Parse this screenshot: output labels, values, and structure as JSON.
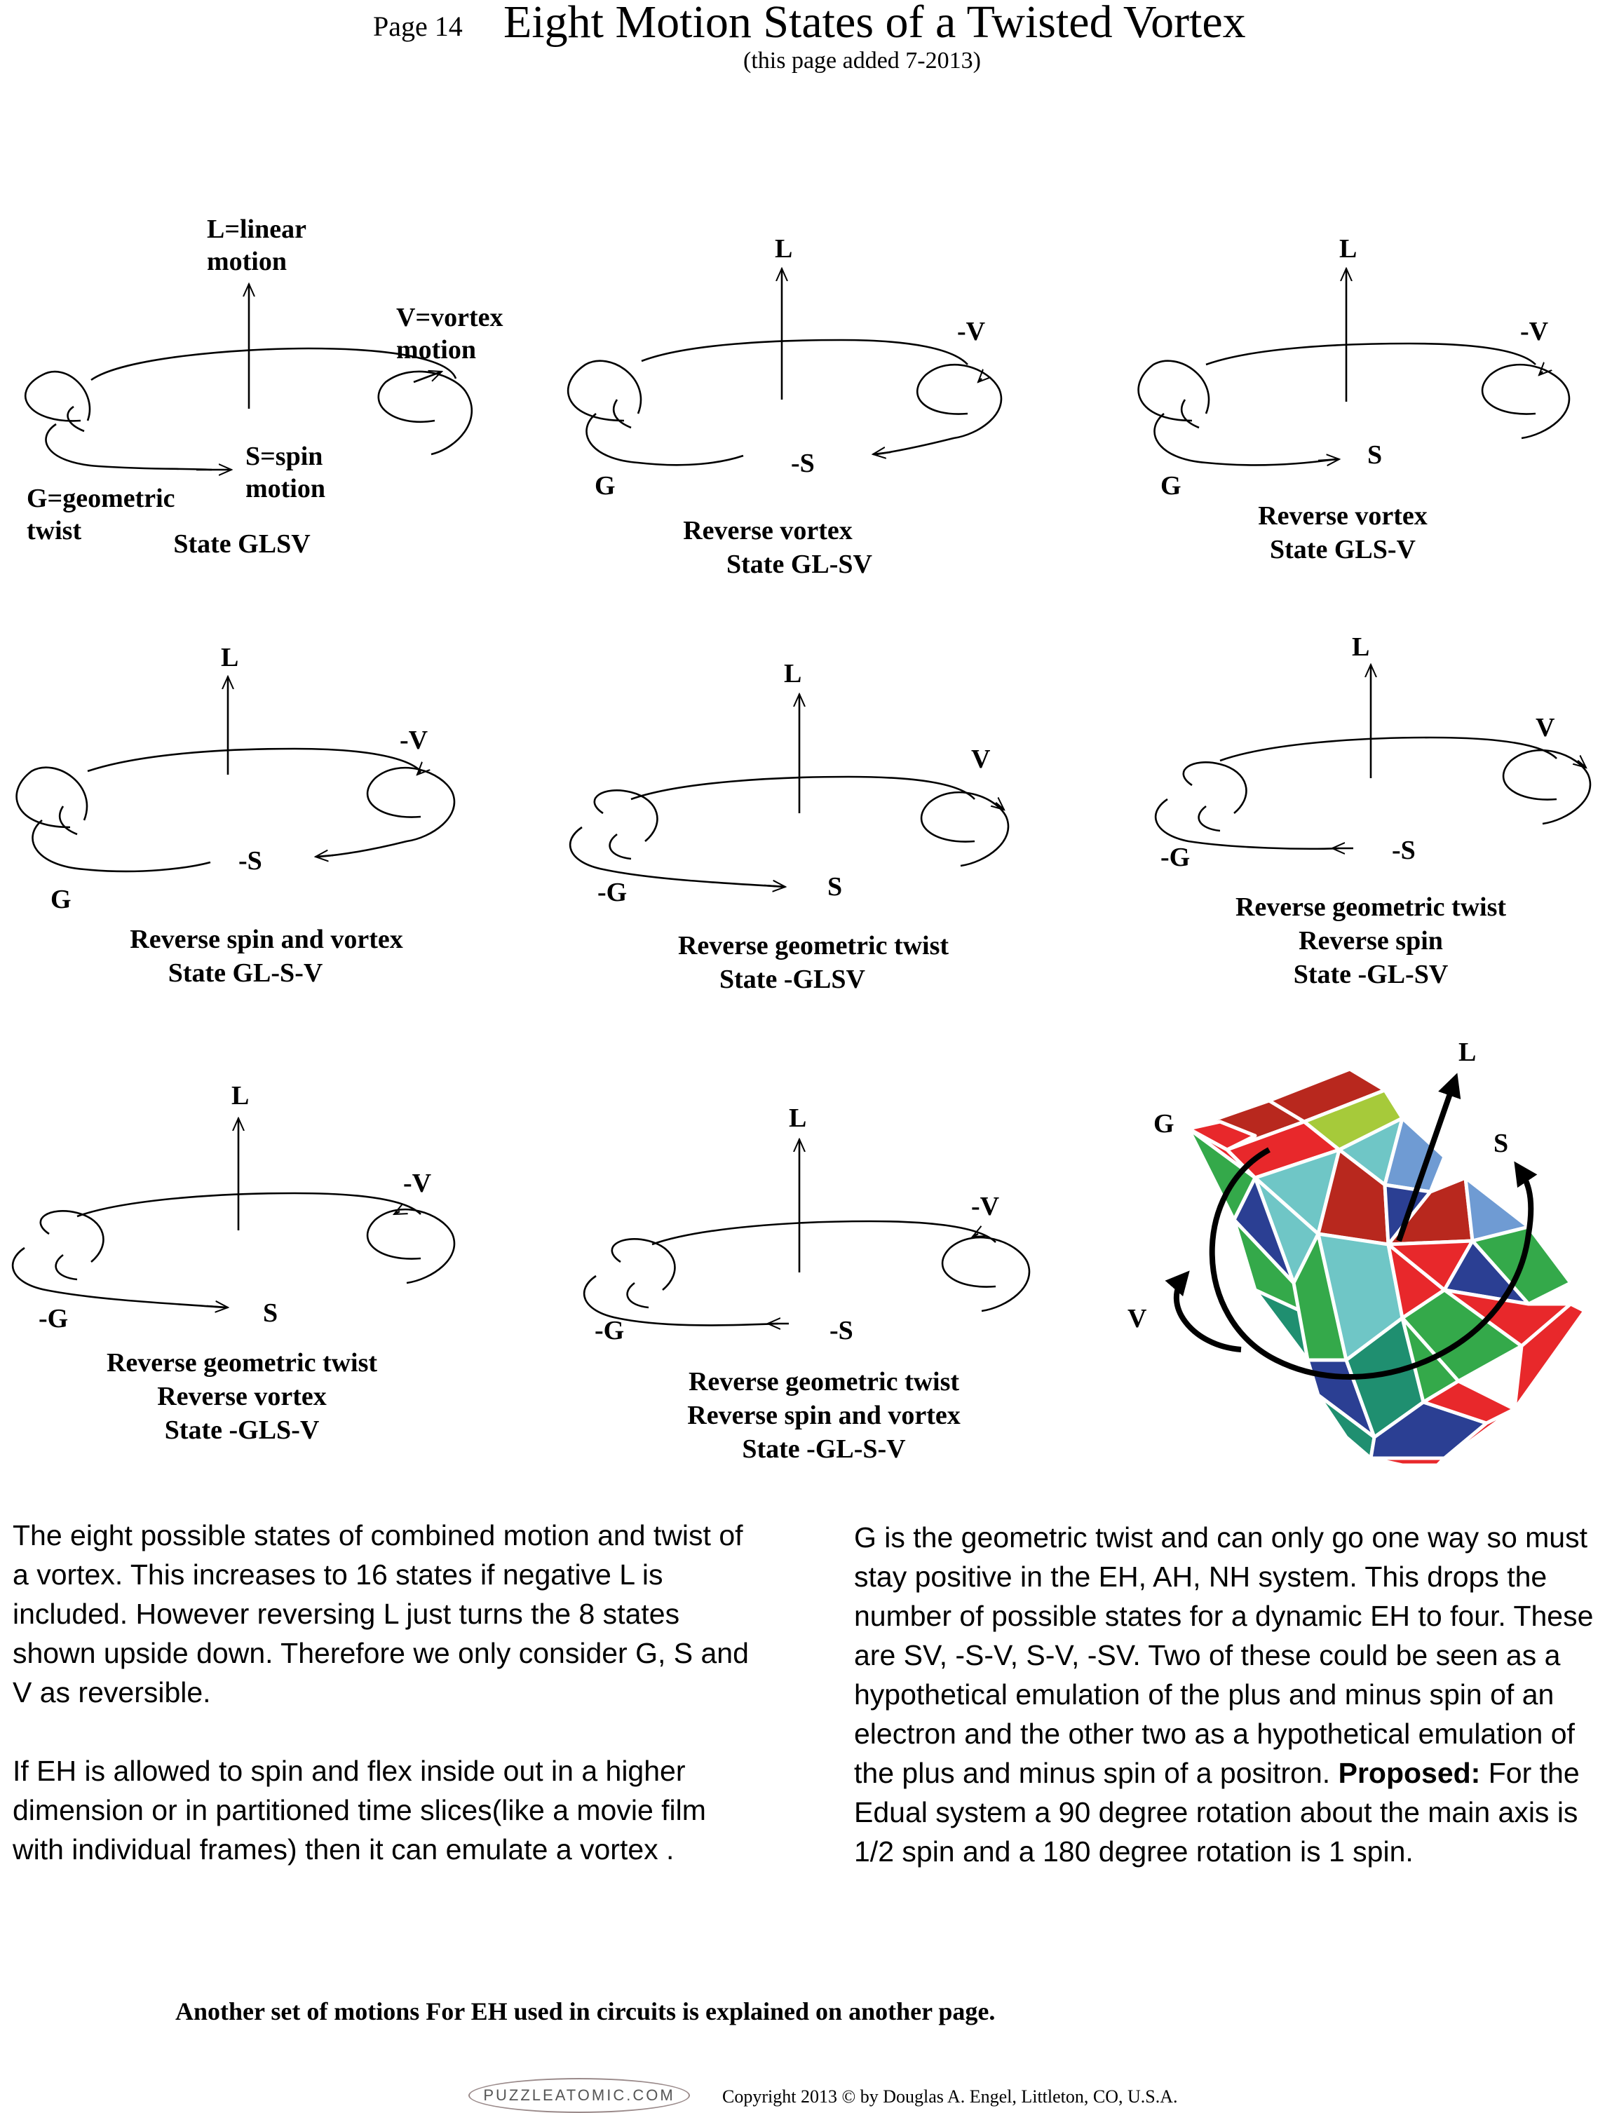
{
  "header": {
    "page": "Page 14",
    "title": "Eight Motion States of a Twisted Vortex",
    "subtitle": "(this page added 7-2013)"
  },
  "diagrams": [
    {
      "labels": [
        "L=linear",
        "motion",
        "V=vortex",
        "motion",
        "S=spin",
        "motion",
        "G=geometric",
        "twist"
      ],
      "caption": [
        "State GLSV"
      ]
    },
    {
      "labels": [
        "L",
        "-V",
        "-S",
        "G"
      ],
      "caption": [
        "Reverse  vortex",
        "State GL-SV"
      ]
    },
    {
      "labels": [
        "L",
        "-V",
        "S",
        "G"
      ],
      "caption": [
        "Reverse  vortex",
        "State GLS-V"
      ]
    },
    {
      "labels": [
        "L",
        "-V",
        "-S",
        "G"
      ],
      "caption": [
        "Reverse spin and vortex",
        "State GL-S-V"
      ]
    },
    {
      "labels": [
        "L",
        "V",
        "-G",
        "S"
      ],
      "caption": [
        "Reverse geometric twist",
        "State  -GLSV"
      ]
    },
    {
      "labels": [
        "L",
        "V",
        "-G",
        "-S"
      ],
      "caption": [
        "Reverse geometric twist",
        "Reverse  spin",
        "State -GL-SV"
      ]
    },
    {
      "labels": [
        "L",
        "-V",
        "-G",
        "S"
      ],
      "caption": [
        "Reverse geometric twist",
        "Reverse  vortex",
        "State -GLS-V"
      ]
    },
    {
      "labels": [
        "L",
        "-V",
        "-G",
        "-S"
      ],
      "caption": [
        "Reverse geometric twist",
        "Reverse  spin and vortex",
        "State -GL-S-V"
      ]
    },
    {
      "labels": [
        "L",
        "G",
        "S",
        "V"
      ],
      "caption": []
    }
  ],
  "text_left": [
    "The eight possible states of combined motion and twist of a vortex.  This increases to 16 states if negative L is included.  However reversing L just turns the 8 states shown upside down.  Therefore we only consider G, S and V as reversible.",
    "If EH is allowed to spin and flex inside out in a higher dimension or in  partitioned time slices(like a movie film with individual frames) then it can emulate a vortex ."
  ],
  "text_right": {
    "body": "G is the geometric twist and can only go one way so must stay positive in the EH, AH, NH system. This drops the number of possible states for a dynamic EH to four.  These are SV, -S-V, S-V, -SV. Two of these could be seen as a hypothetical emulation  of the plus and minus spin of an electron and the other two as  a hypothetical emulation of the plus and minus spin of a positron.",
    "proposed_label": "Proposed:",
    "proposed_body": "  For the Edual system a 90 degree rotation about the main axis is 1/2 spin and a 180 degree rotation is 1 spin."
  },
  "footer": {
    "note": "Another set of motions For EH used in circuits is explained on another page.",
    "logo": "PUZZLEATOMIC.COM",
    "copyright": "Copyright 2013 © by Douglas A. Engel, Littleton, CO, U.S.A."
  },
  "colors": {
    "red": "#e8282b",
    "green": "#34a94a",
    "teal": "#6fc6c6",
    "blue": "#6f9bd3",
    "navy": "#2b3f93",
    "darkred": "#b8281e",
    "sea": "#1f8f70",
    "lime": "#a6ca3a"
  }
}
